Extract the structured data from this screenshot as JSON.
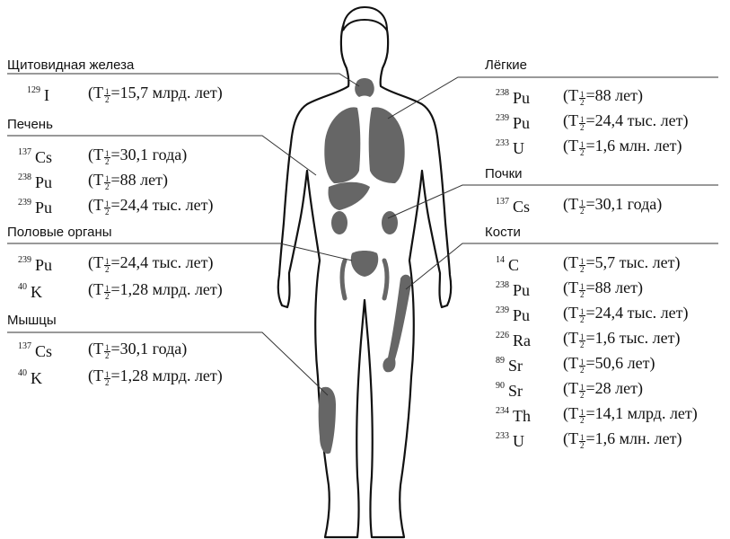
{
  "half_life_symbol": "T",
  "half_life_num": "1",
  "half_life_den": "2",
  "sections": [
    {
      "title": "Щитовидная железа",
      "isotopes": [
        {
          "mass": "129",
          "symbol": "I",
          "value": "15,7 млрд. лет"
        }
      ]
    },
    {
      "title": "Печень",
      "isotopes": [
        {
          "mass": "137",
          "symbol": "Cs",
          "value": "30,1 года"
        },
        {
          "mass": "238",
          "symbol": "Pu",
          "value": "88 лет"
        },
        {
          "mass": "239",
          "symbol": "Pu",
          "value": "24,4 тыс. лет"
        }
      ]
    },
    {
      "title": "Половые органы",
      "isotopes": [
        {
          "mass": "239",
          "symbol": "Pu",
          "value": "24,4 тыс. лет"
        },
        {
          "mass": "40",
          "symbol": "K",
          "value": "1,28 млрд. лет"
        }
      ]
    },
    {
      "title": "Мышцы",
      "isotopes": [
        {
          "mass": "137",
          "symbol": "Cs",
          "value": "30,1 года"
        },
        {
          "mass": "40",
          "symbol": "K",
          "value": "1,28 млрд. лет"
        }
      ]
    },
    {
      "title": "Лёгкие",
      "isotopes": [
        {
          "mass": "238",
          "symbol": "Pu",
          "value": "88 лет"
        },
        {
          "mass": "239",
          "symbol": "Pu",
          "value": "24,4 тыс. лет"
        },
        {
          "mass": "233",
          "symbol": "U",
          "value": "1,6 млн. лет"
        }
      ]
    },
    {
      "title": "Почки",
      "isotopes": [
        {
          "mass": "137",
          "symbol": "Cs",
          "value": "30,1 года"
        }
      ]
    },
    {
      "title": "Кости",
      "isotopes": [
        {
          "mass": "14",
          "symbol": "C",
          "value": "5,7 тыс. лет"
        },
        {
          "mass": "238",
          "symbol": "Pu",
          "value": "88 лет"
        },
        {
          "mass": "239",
          "symbol": "Pu",
          "value": "24,4 тыс. лет"
        },
        {
          "mass": "226",
          "symbol": "Ra",
          "value": "1,6 тыс. лет"
        },
        {
          "mass": "89",
          "symbol": "Sr",
          "value": "50,6 лет"
        },
        {
          "mass": "90",
          "symbol": "Sr",
          "value": "28 лет"
        },
        {
          "mass": "234",
          "symbol": "Th",
          "value": "14,1 млрд. лет"
        },
        {
          "mass": "233",
          "symbol": "U",
          "value": "1,6 млн. лет"
        }
      ]
    }
  ],
  "colors": {
    "organ_fill": "#666666",
    "outline": "#111111",
    "leader": "#333333"
  }
}
